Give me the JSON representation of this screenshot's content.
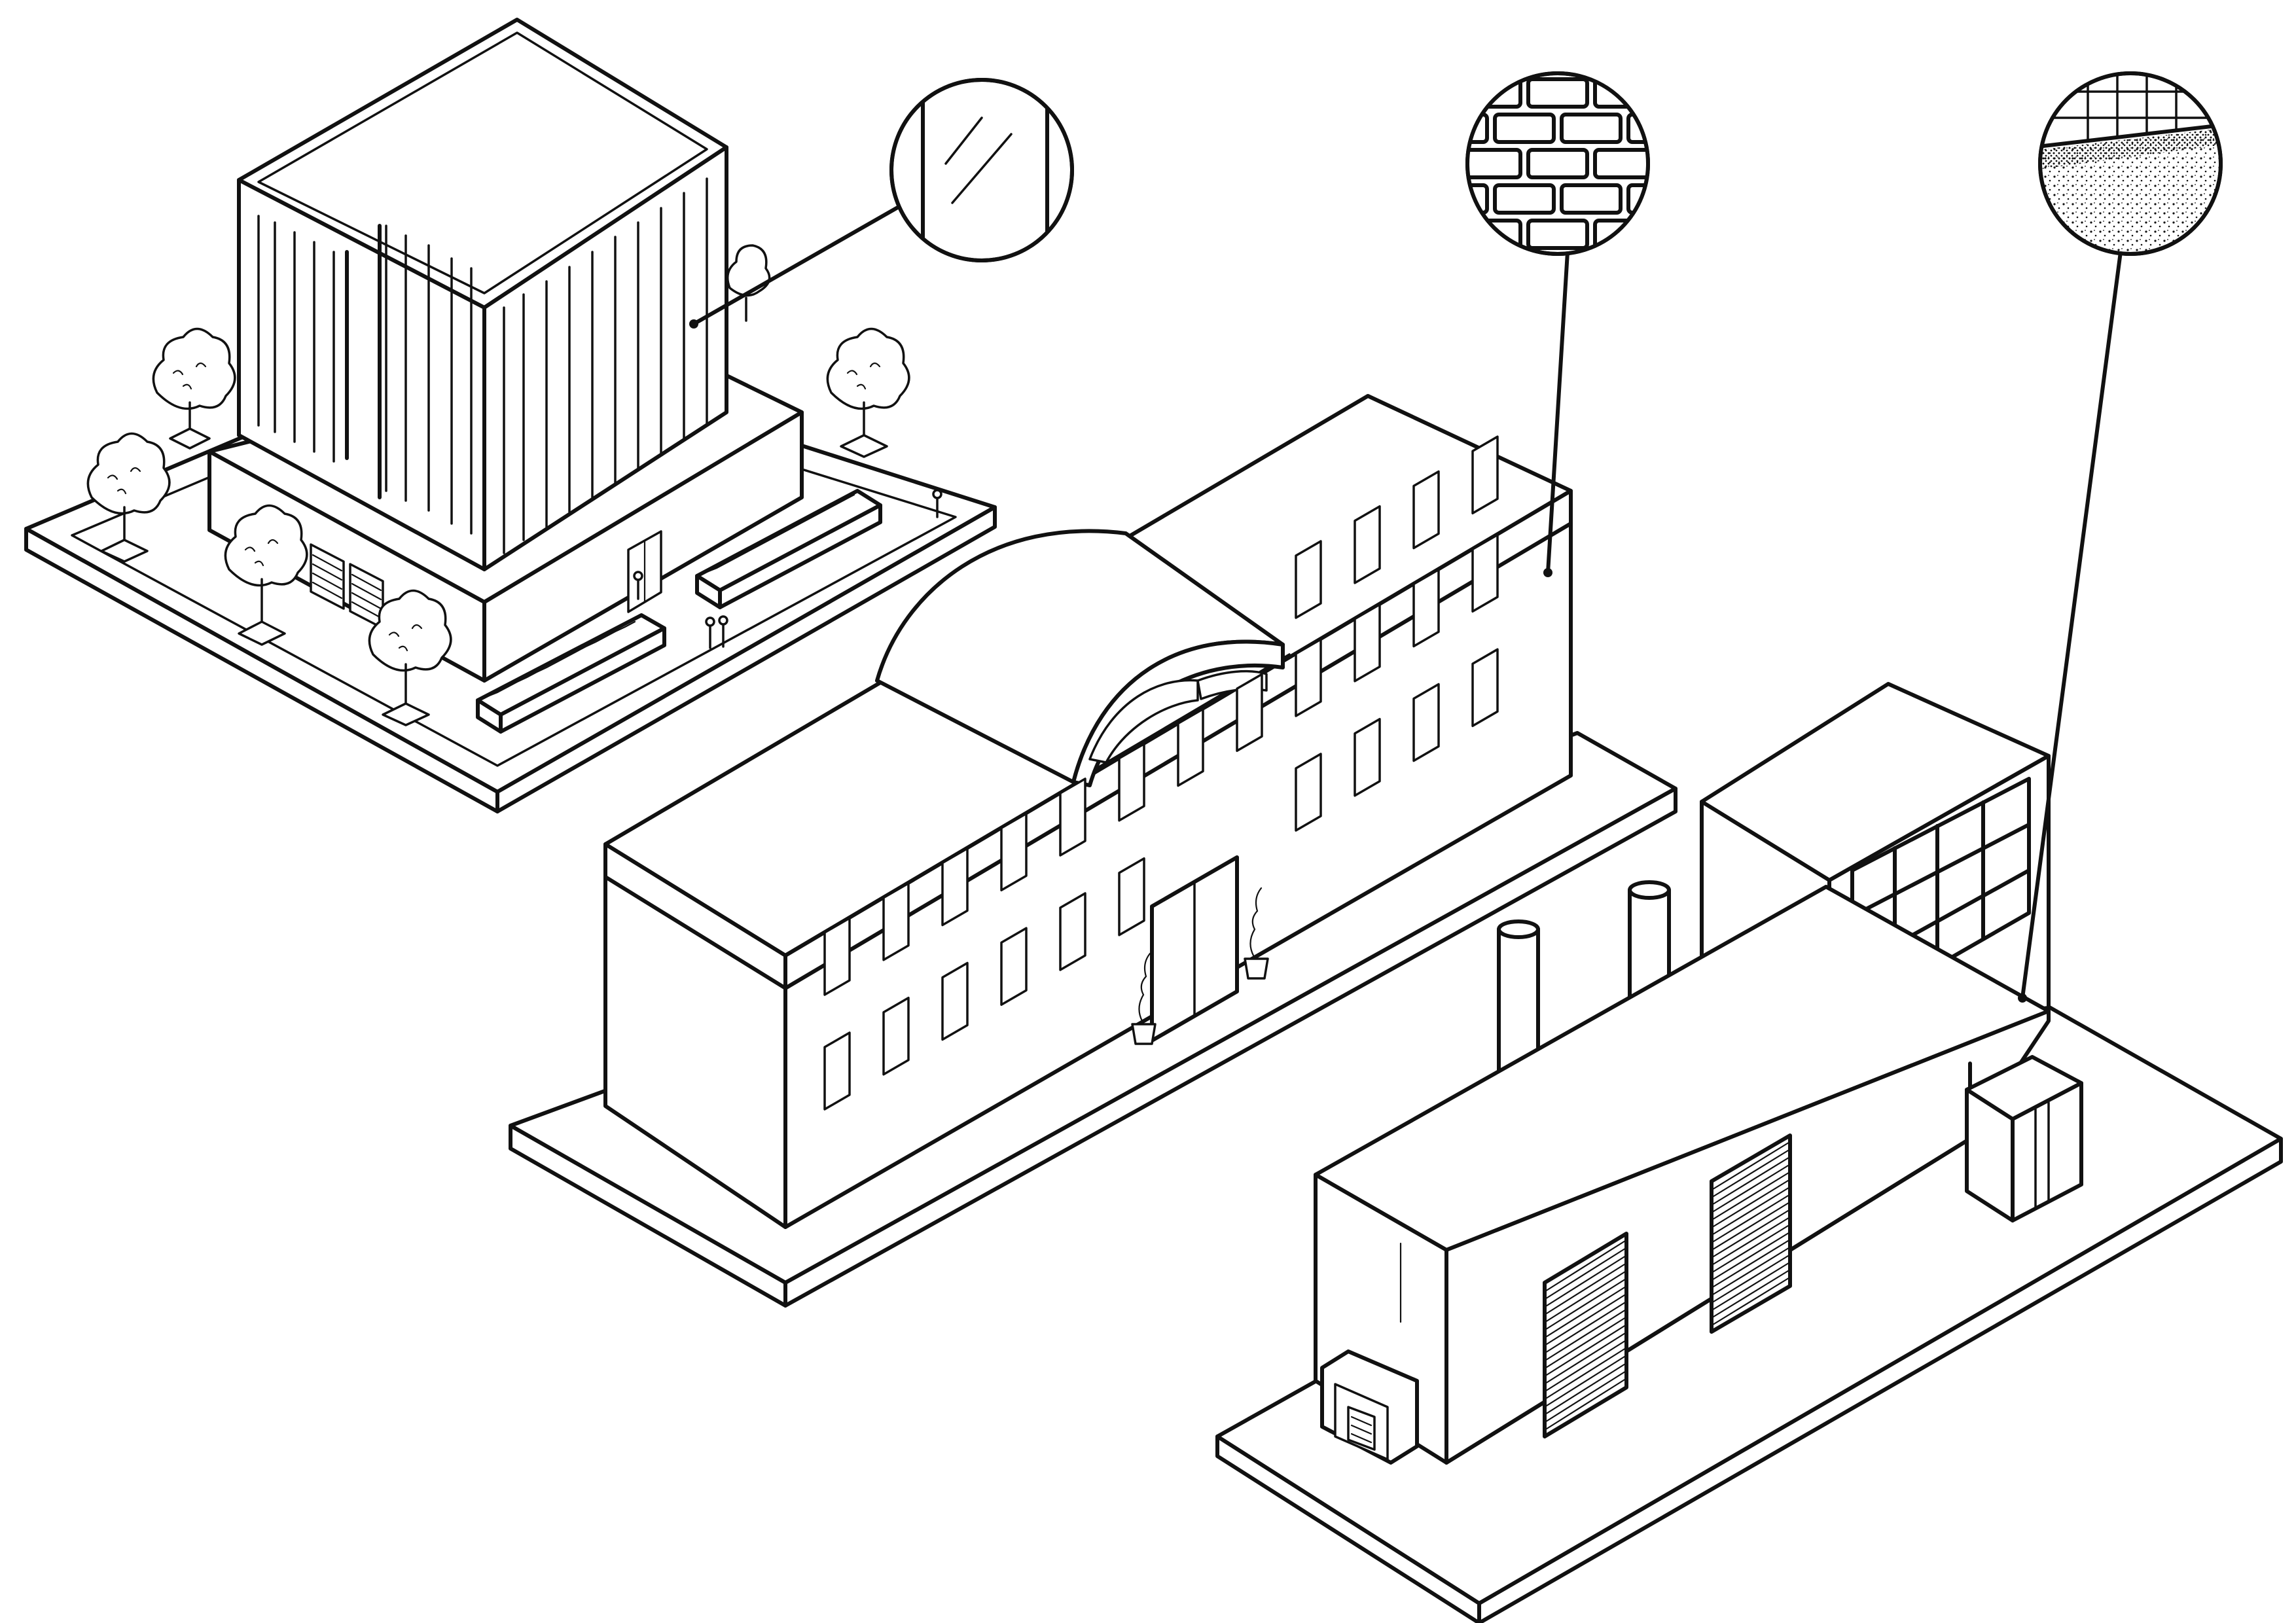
{
  "scene": {
    "background": "#ffffff",
    "ink": "#111111",
    "buildings": [
      {
        "id": "office-tower",
        "callout": "glass-curtain-wall-icon"
      },
      {
        "id": "classical-building",
        "callout": "brick-wall-icon"
      },
      {
        "id": "factory",
        "callout": "steel-grid-panel-icon"
      }
    ]
  }
}
